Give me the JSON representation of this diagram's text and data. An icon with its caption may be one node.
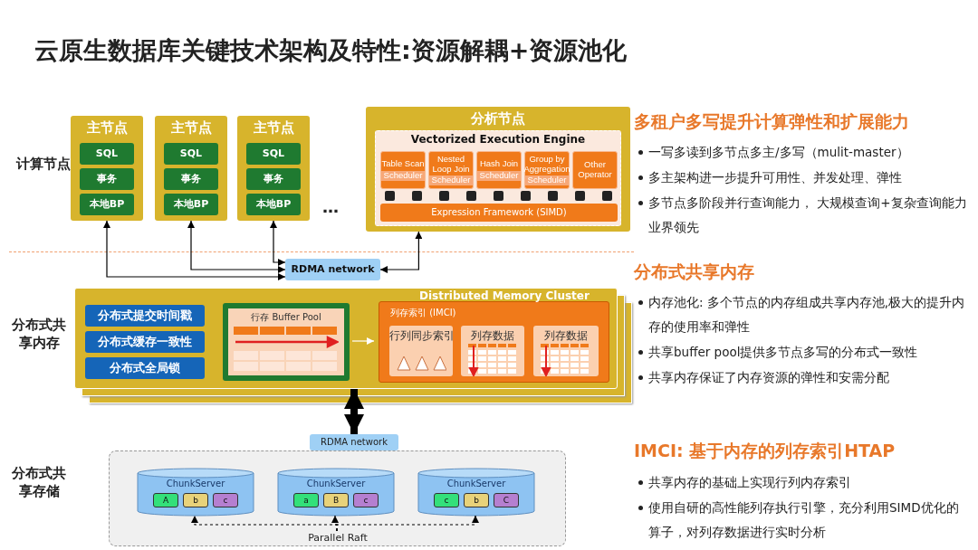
{
  "diagram": {
    "title": "云原生数据库关键技术架构及特性:资源解耦+资源池化",
    "nodes": [
      {
        "text": [
          "主节点"
        ]
      },
      {
        "text": [
          "SQL"
        ],
        "in": 0
      },
      {
        "text": [
          "事务"
        ],
        "in": 0
      },
      {
        "text": [
          "本地BP"
        ],
        "in": 0
      },
      {
        "text": [
          "主节点"
        ]
      },
      {
        "text": [
          "SQL"
        ],
        "in": 4
      },
      {
        "text": [
          "事务"
        ],
        "in": 4
      },
      {
        "text": [
          "本地BP"
        ],
        "in": 4
      },
      {
        "text": [
          "主节点"
        ]
      },
      {
        "text": [
          "SQL"
        ],
        "in": 8
      },
      {
        "text": [
          "事务"
        ],
        "in": 8
      },
      {
        "text": [
          "本地BP"
        ],
        "in": 8
      },
      {
        "text": [
          "分析节点"
        ]
      },
      {
        "text": [
          "Vectorized Execution Engine"
        ],
        "in": 12
      },
      {
        "text": [
          "Table Scan",
          "Scheduler"
        ],
        "in": 13
      },
      {
        "text": [
          "Nested Loop Join",
          "Scheduler"
        ],
        "in": 13
      },
      {
        "text": [
          "Hash Join",
          "Scheduler"
        ],
        "in": 13
      },
      {
        "text": [
          "Group by Aggregation",
          "Scheduler"
        ],
        "in": 13
      },
      {
        "text": [
          "Other Operator"
        ],
        "in": 13
      },
      {
        "text": [
          "Expression Framework (SIMD)"
        ],
        "in": 13
      },
      {
        "text": [
          "RDMA network"
        ]
      },
      {
        "text": [
          "Distributed Memory Cluster"
        ]
      },
      {
        "text": [
          "分布式提交时间戳"
        ],
        "in": 21
      },
      {
        "text": [
          "分布式缓存一致性"
        ],
        "in": 21
      },
      {
        "text": [
          "分布式全局锁"
        ],
        "in": 21
      },
      {
        "text": [
          "行存 Buffer Pool"
        ],
        "in": 21
      },
      {
        "text": [
          "列存索引 (IMCI)"
        ],
        "in": 21
      },
      {
        "text": [
          "行列同步索引"
        ],
        "in": 26
      },
      {
        "text": [
          "列存数据"
        ],
        "in": 26
      },
      {
        "text": [
          "列存数据"
        ],
        "in": 26
      },
      {
        "text": [
          "RDMA network"
        ]
      },
      {
        "text": [],
        "shape": "box"
      },
      {
        "text": [
          "ChunkServer"
        ],
        "in": 31
      },
      {
        "text": [
          "A"
        ],
        "in": 32
      },
      {
        "text": [
          "b"
        ],
        "in": 32
      },
      {
        "text": [
          "c"
        ],
        "in": 32
      },
      {
        "text": [
          "ChunkServer"
        ],
        "in": 31
      },
      {
        "text": [
          "a"
        ],
        "in": 36
      },
      {
        "text": [
          "B"
        ],
        "in": 36
      },
      {
        "text": [
          "c"
        ],
        "in": 36
      },
      {
        "text": [
          "ChunkServer"
        ],
        "in": 31
      },
      {
        "text": [
          "c"
        ],
        "in": 40
      },
      {
        "text": [
          "b"
        ],
        "in": 40
      },
      {
        "text": [
          "C"
        ],
        "in": 40
      },
      {
        "text": [
          "Parallel Raft"
        ],
        "in": 31
      }
    ],
    "edges": [
      {
        "from": 0,
        "to": 20,
        "arrow": "both"
      },
      {
        "from": 4,
        "to": 20,
        "arrow": "both"
      },
      {
        "from": 8,
        "to": 20,
        "arrow": "both"
      },
      {
        "from": 12,
        "to": 20,
        "arrow": "both"
      },
      {
        "from": 25,
        "to": 26,
        "arrow": "to",
        "color": "#ffffff"
      },
      {
        "from": 21,
        "to": 30,
        "arrow": "both",
        "style": "thick"
      },
      {
        "from": 44,
        "to": 32,
        "arrow": "to",
        "style": "dashed"
      },
      {
        "from": 44,
        "to": 36,
        "arrow": "to",
        "style": "dashed"
      },
      {
        "from": 44,
        "to": 40,
        "arrow": "to",
        "style": "dashed"
      }
    ],
    "labels": [
      "计算节点",
      "…",
      "分布式共享内存",
      "分布式共享存储",
      "多租户多写提升计算弹性和扩展能力",
      "一写多读到多节点多主/多写（mulit-master）",
      "多主架构进一步提升可用性、并发处理、弹性",
      "多节点多阶段并行查询能力， 大规模查询+复杂查询能力业界领先",
      "分布式共享内存",
      "内存池化: 多个节点的内存组成共享内存池,极大的提升内存的使用率和弹性",
      "共享buffer pool提供多节点多写的分布式一致性",
      "共享内存保证了内存资源的弹性和安需分配",
      "IMCI: 基于内存的列存索引HTAP",
      "共享内存的基础上实现行列内存索引",
      "使用自研的高性能列存执行引擎，充分利用SIMD优化的算子，对列存数据进行实时分析"
    ]
  }
}
